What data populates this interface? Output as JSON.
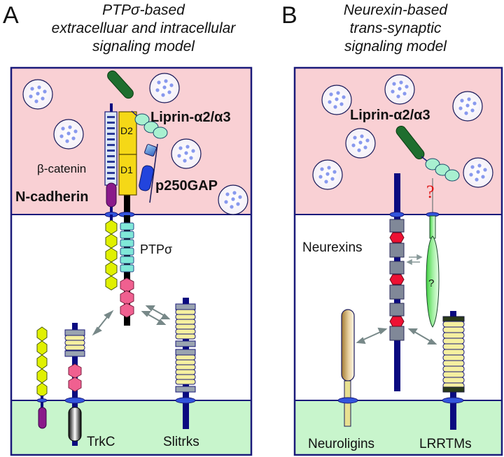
{
  "panels": [
    {
      "letter": "A",
      "title_lines": [
        "PTPσ-based",
        "extracelluar and intracellular",
        "signaling model"
      ],
      "labels": {
        "liprin": "Liprin-α2/α3",
        "beta_catenin": "β-catenin",
        "n_cadherin": "N-cadherin",
        "p250gap": "p250GAP",
        "d2": "D2",
        "d1": "D1",
        "ptp_sigma": "PTPσ",
        "trkc": "TrkC",
        "slitrks": "Slitrks"
      }
    },
    {
      "letter": "B",
      "title_lines": [
        "Neurexin-based",
        "trans-synaptic",
        "signaling model"
      ],
      "labels": {
        "liprin": "Liprin-α2/α3",
        "question_red": "?",
        "question_green": "?",
        "neurexins": "Neurexins",
        "neuroligins": "Neuroligins",
        "lrrtms": "LRRTMs"
      }
    }
  ],
  "colors": {
    "presynaptic": "#f9d0d4",
    "cleft": "#ffffff",
    "postsynaptic": "#c8f5cc",
    "border": "#1a1a7a",
    "stalk": "#0a0a80",
    "membrane_anchor": "#3355dd",
    "liprin_rod": "#1e6e2e",
    "liprin_beads": "#a8f0d0",
    "phosphatase": "#f5d817",
    "fn3_yellow_green": "#e0f000",
    "ig_pink": "#f06090",
    "ig_cyan": "#80e8d8",
    "lrr_yellow": "#f5f0a0",
    "lrr_cap": "#9aa4b0",
    "neurexin_box": "#808898",
    "neurexin_hex": "#ee1133",
    "n_cadherin_tail": "#8a1a8a",
    "p250gap": "#2244dd",
    "vesicle_dot": "#8899ee",
    "arrow": "#778888",
    "question_red": "#dd1111"
  }
}
